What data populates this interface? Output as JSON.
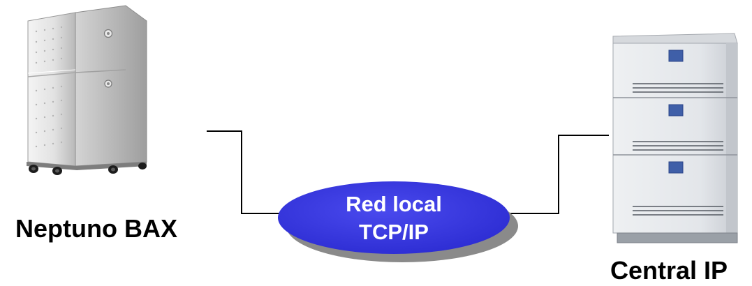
{
  "nodes": {
    "server": {
      "label": "Neptuno BAX"
    },
    "network": {
      "label_line1": "Red local",
      "label_line2": "TCP/IP"
    },
    "pbx": {
      "label": "Central IP"
    }
  },
  "colors": {
    "line": "#000000",
    "ellipse_fill": "#3333dd",
    "ellipse_shadow": "#888888",
    "ellipse_text": "#ffffff",
    "label_text": "#000000"
  }
}
